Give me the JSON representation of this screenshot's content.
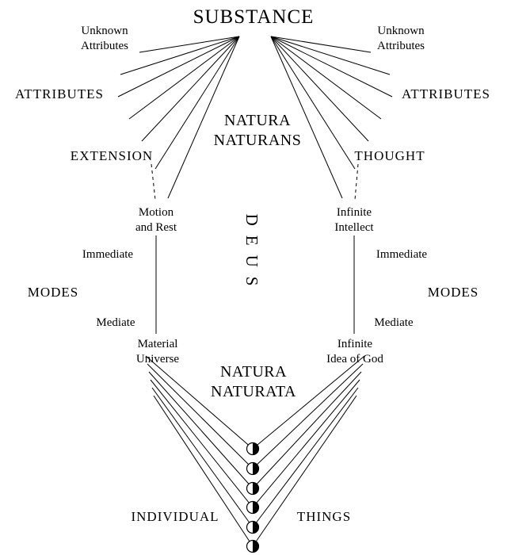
{
  "title": "SUBSTANCE",
  "natura_naturans": {
    "line1": "NATURA",
    "line2": "NATURANS"
  },
  "natura_naturata": {
    "line1": "NATURA",
    "line2": "NATURATA"
  },
  "deus": "DEUS",
  "left": {
    "unknown_attributes_l1": "Unknown",
    "unknown_attributes_l2": "Attributes",
    "attributes": "ATTRIBUTES",
    "attribute_name": "EXTENSION",
    "immediate_mode_l1": "Motion",
    "immediate_mode_l2": "and Rest",
    "immediate": "Immediate",
    "modes": "MODES",
    "mediate": "Mediate",
    "mediate_mode_l1": "Material",
    "mediate_mode_l2": "Universe"
  },
  "right": {
    "unknown_attributes_l1": "Unknown",
    "unknown_attributes_l2": "Attributes",
    "attributes": "ATTRIBUTES",
    "attribute_name": "THOUGHT",
    "immediate_mode_l1": "Infinite",
    "immediate_mode_l2": "Intellect",
    "immediate": "Immediate",
    "modes": "MODES",
    "mediate": "Mediate",
    "mediate_mode_l1": "Infinite",
    "mediate_mode_l2": "Idea of God"
  },
  "bottom": {
    "individual": "INDIVIDUAL",
    "things": "THINGS"
  },
  "icons": {
    "individual_thing": "half-filled-circle"
  },
  "colors": {
    "line": "#000000",
    "background": "#ffffff"
  }
}
